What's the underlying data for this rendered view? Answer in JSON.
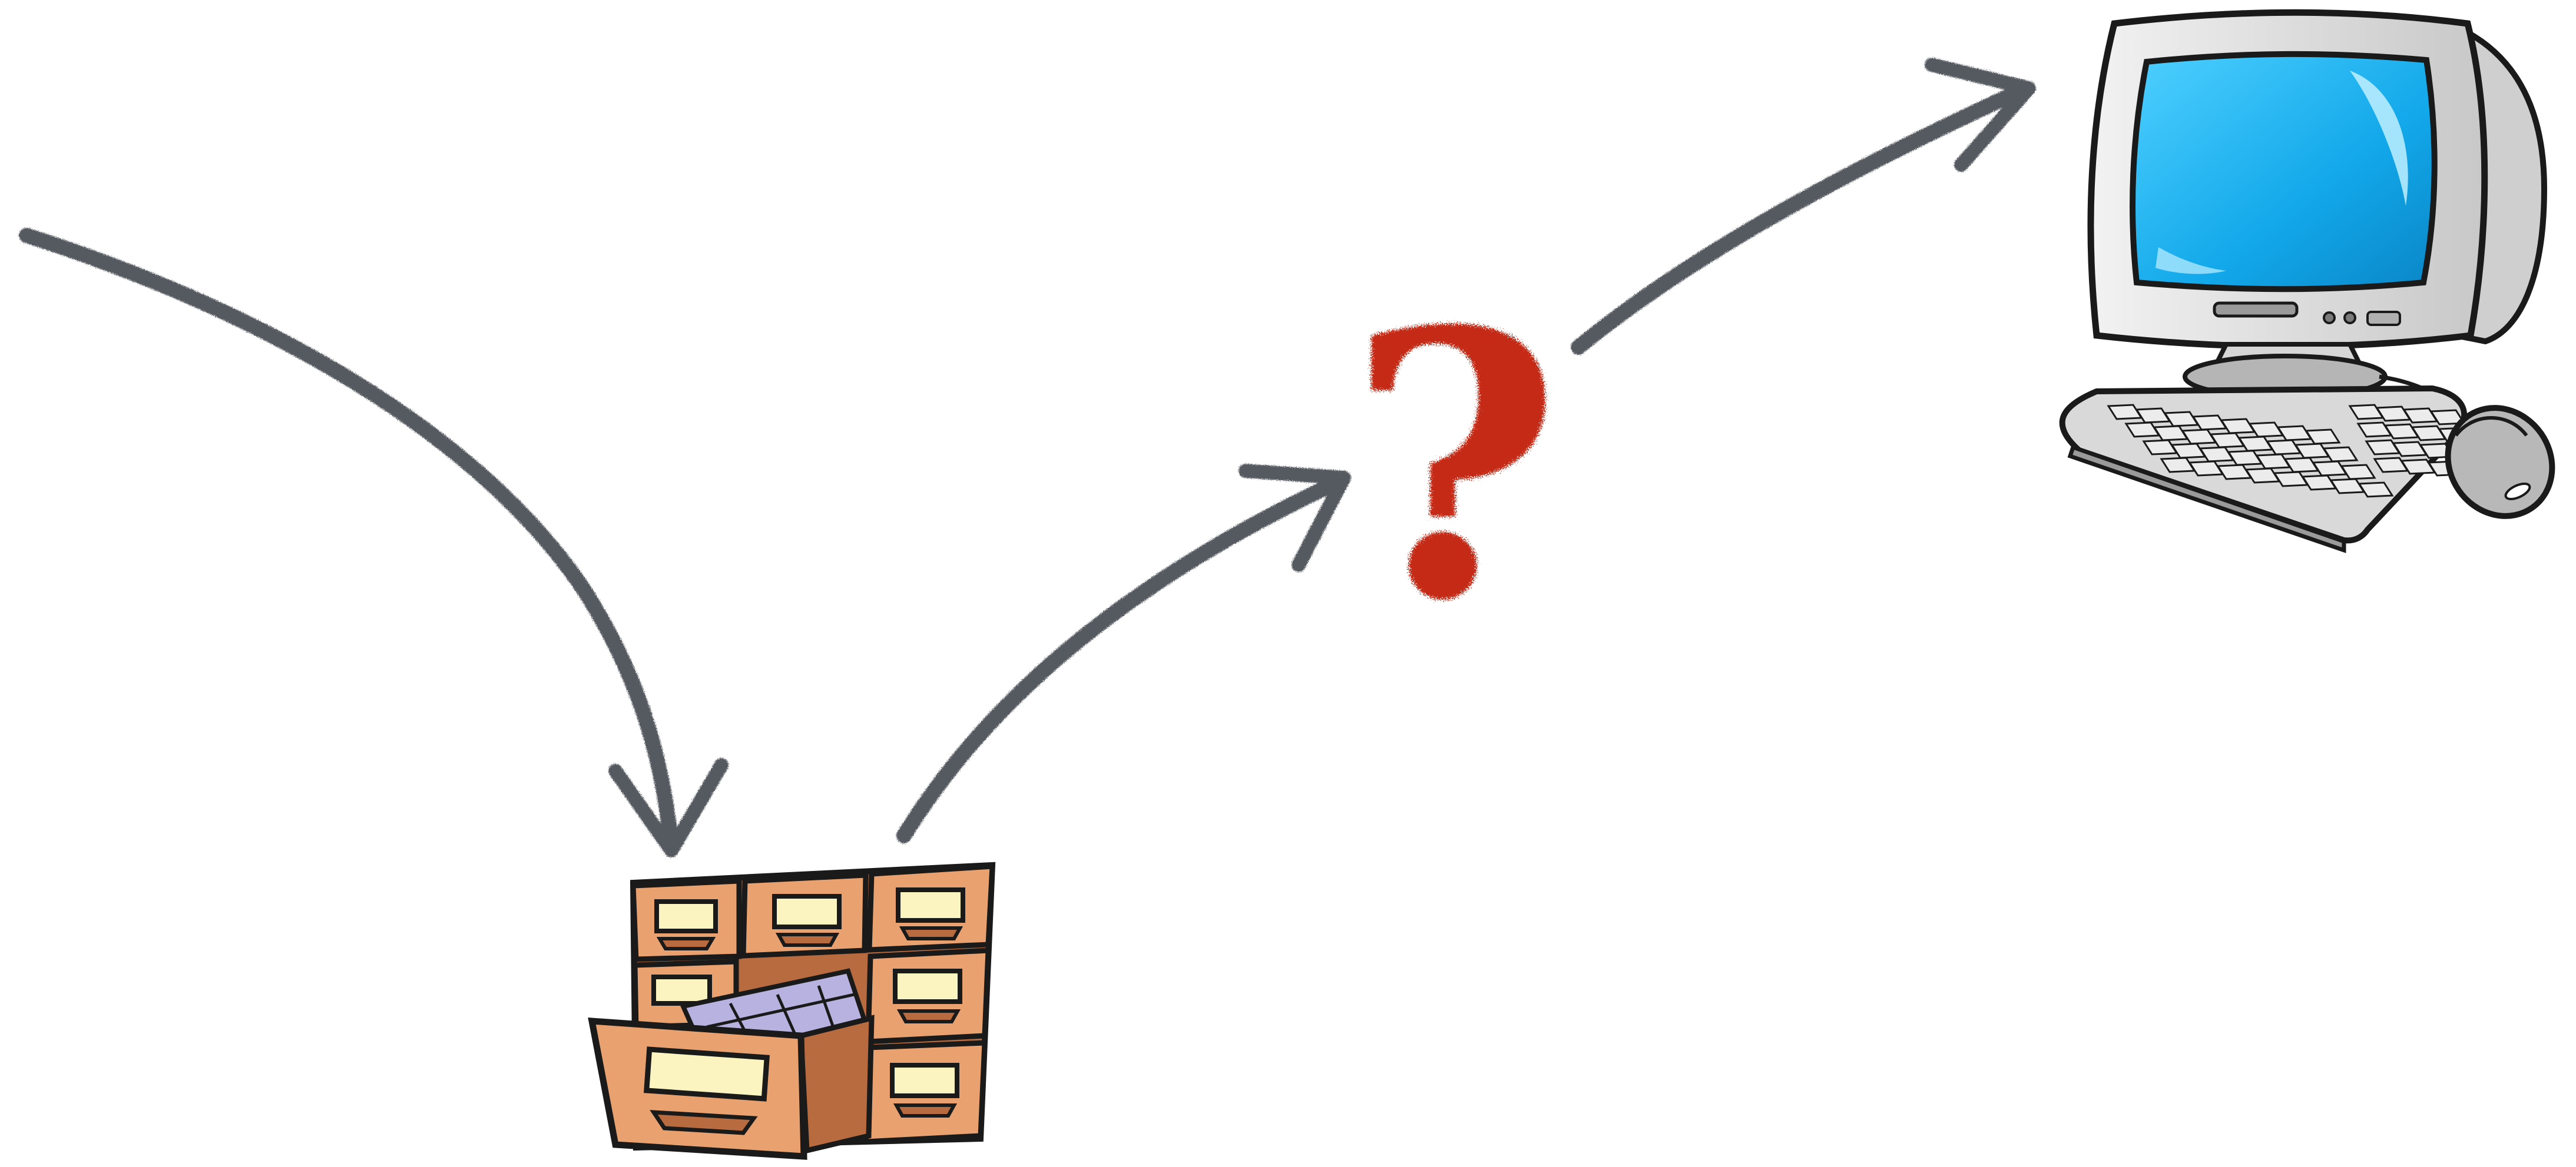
{
  "diagram": {
    "nodes": [
      {
        "id": "card-catalog",
        "icon": "card-catalog-icon"
      },
      {
        "id": "question-mark",
        "icon": "question-mark-icon",
        "text": "?"
      },
      {
        "id": "computer",
        "icon": "computer-icon"
      }
    ],
    "edges": [
      {
        "from": "outside",
        "to": "card-catalog",
        "style": "chalk-arrow"
      },
      {
        "from": "card-catalog",
        "to": "question-mark",
        "style": "chalk-arrow"
      },
      {
        "from": "question-mark",
        "to": "computer",
        "style": "chalk-arrow"
      }
    ]
  },
  "colors": {
    "arrow": "#555a60",
    "question_mark": "#c42a12",
    "cabinet_wood": "#e9a26f",
    "cabinet_dark": "#b86b3f",
    "label_slot": "#fbf4c0",
    "cards": "#b8b2e0",
    "monitor_body": "#dedede",
    "screen": "#18b0ee",
    "outline": "#1a1a1a"
  }
}
